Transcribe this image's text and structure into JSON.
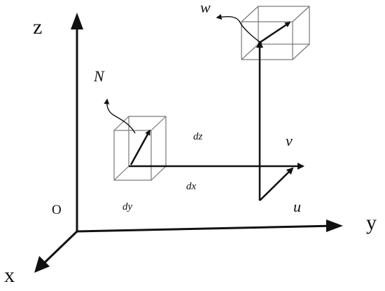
{
  "labels": {
    "axis_z": "z",
    "axis_y": "y",
    "axis_x": "x",
    "origin": "O",
    "vector_n": "N",
    "vector_w": "w",
    "vector_v": "v",
    "vector_u": "u",
    "dz": "dz",
    "dx": "dx",
    "dy": "dy"
  },
  "colors": {
    "stroke": "#111111",
    "box_edge": "#777777",
    "background": "#ffffff"
  }
}
